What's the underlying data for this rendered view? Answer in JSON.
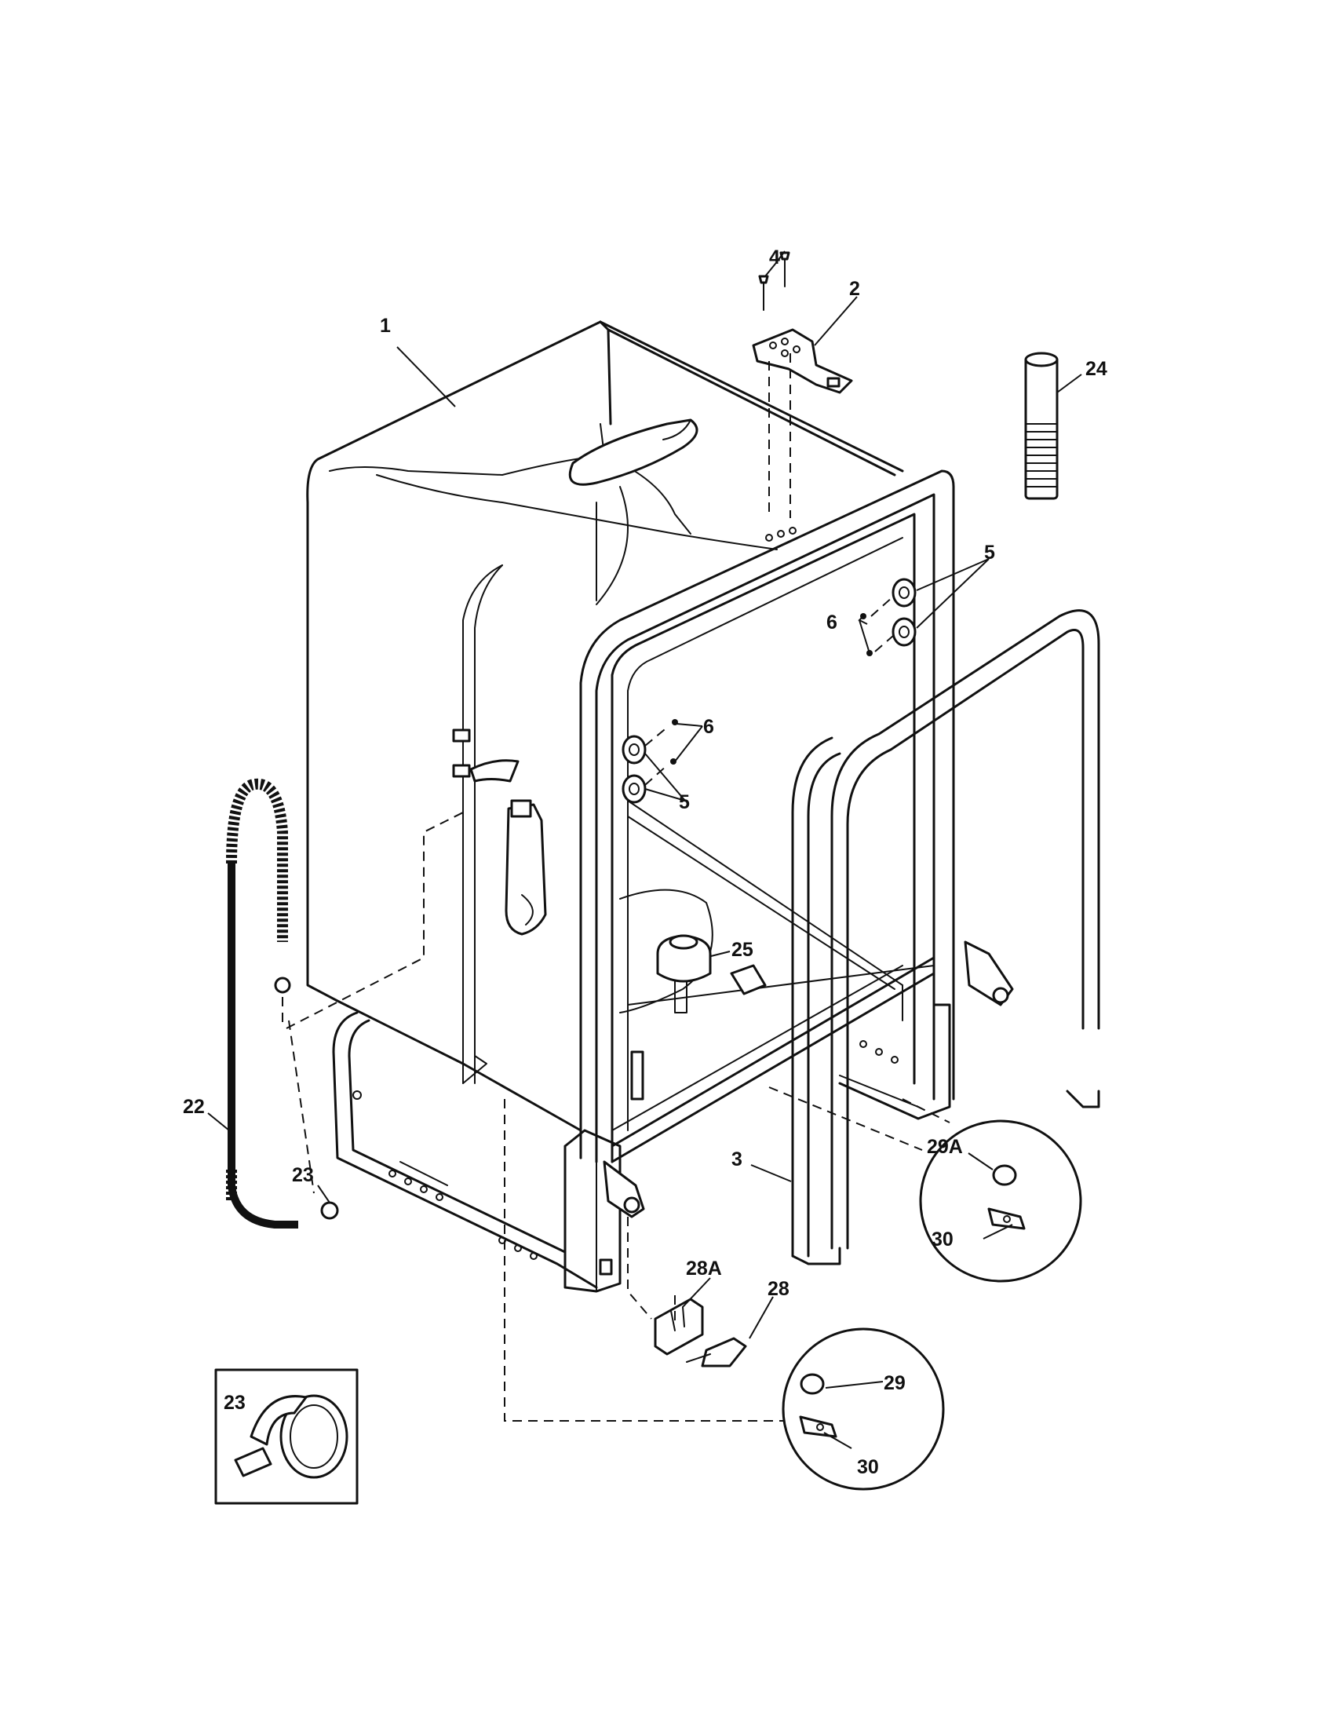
{
  "diagram": {
    "callouts": {
      "c1": "1",
      "c2": "2",
      "c3": "3",
      "c4": "4",
      "c5a": "5",
      "c5b": "5",
      "c6a": "6",
      "c6b": "6",
      "c22": "22",
      "c23a": "23",
      "c23b": "23",
      "c24": "24",
      "c25": "25",
      "c28": "28",
      "c28a": "28A",
      "c29": "29",
      "c29a": "29A",
      "c30a": "30",
      "c30b": "30"
    }
  }
}
